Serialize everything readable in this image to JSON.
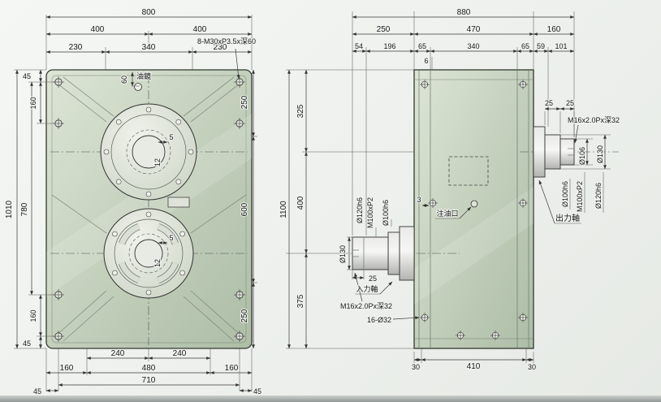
{
  "fv": {
    "d800": "800",
    "d400a": "400",
    "d400b": "400",
    "d230a": "230",
    "d340": "340",
    "d230b": "230",
    "note_bolt": "8-M30xP3.5x深60",
    "oil_sight": "油鏡",
    "d60": "60",
    "d45t": "45",
    "d160t": "160",
    "d1010": "1010",
    "d780": "780",
    "d160bL": "160",
    "d45bL": "45",
    "d250t": "250",
    "d600": "600",
    "d250b": "250",
    "d5t": "5",
    "d12t": "12",
    "d5b": "5",
    "d12b": "12",
    "d240a": "240",
    "d240b": "240",
    "d160a": "160",
    "d480": "480",
    "d160b": "160",
    "d710": "710",
    "d45l": "45",
    "d45r": "45"
  },
  "sv": {
    "d880": "880",
    "d250": "250",
    "d470": "470",
    "d160": "160",
    "d54": "54",
    "d196": "196",
    "d65a": "65",
    "d340": "340",
    "d65b": "65",
    "d59": "59",
    "d101": "101",
    "d6": "6",
    "d325": "325",
    "d1100": "1100",
    "d400": "400",
    "d375": "375",
    "d25a": "25",
    "d25b": "25",
    "tap_out": "M16x2.0Px深32",
    "dia106": "Ø106",
    "dia130o": "Ø130",
    "dia100o": "Ø100h6",
    "m100o": "M100xP2",
    "dia120o": "Ø120h6",
    "out_label": "出力軸",
    "d3": "3",
    "oil_fill": "注油口",
    "dia120i": "Ø120h6",
    "m100i": "M100xP2",
    "dia100i": "Ø100h6",
    "dia130i": "Ø130",
    "d25i": "25",
    "in_label": "入力軸",
    "tap_in": "M16x2.0Px深32",
    "holes": "16-Ø32",
    "d30a": "30",
    "d410": "410",
    "d30b": "30"
  }
}
